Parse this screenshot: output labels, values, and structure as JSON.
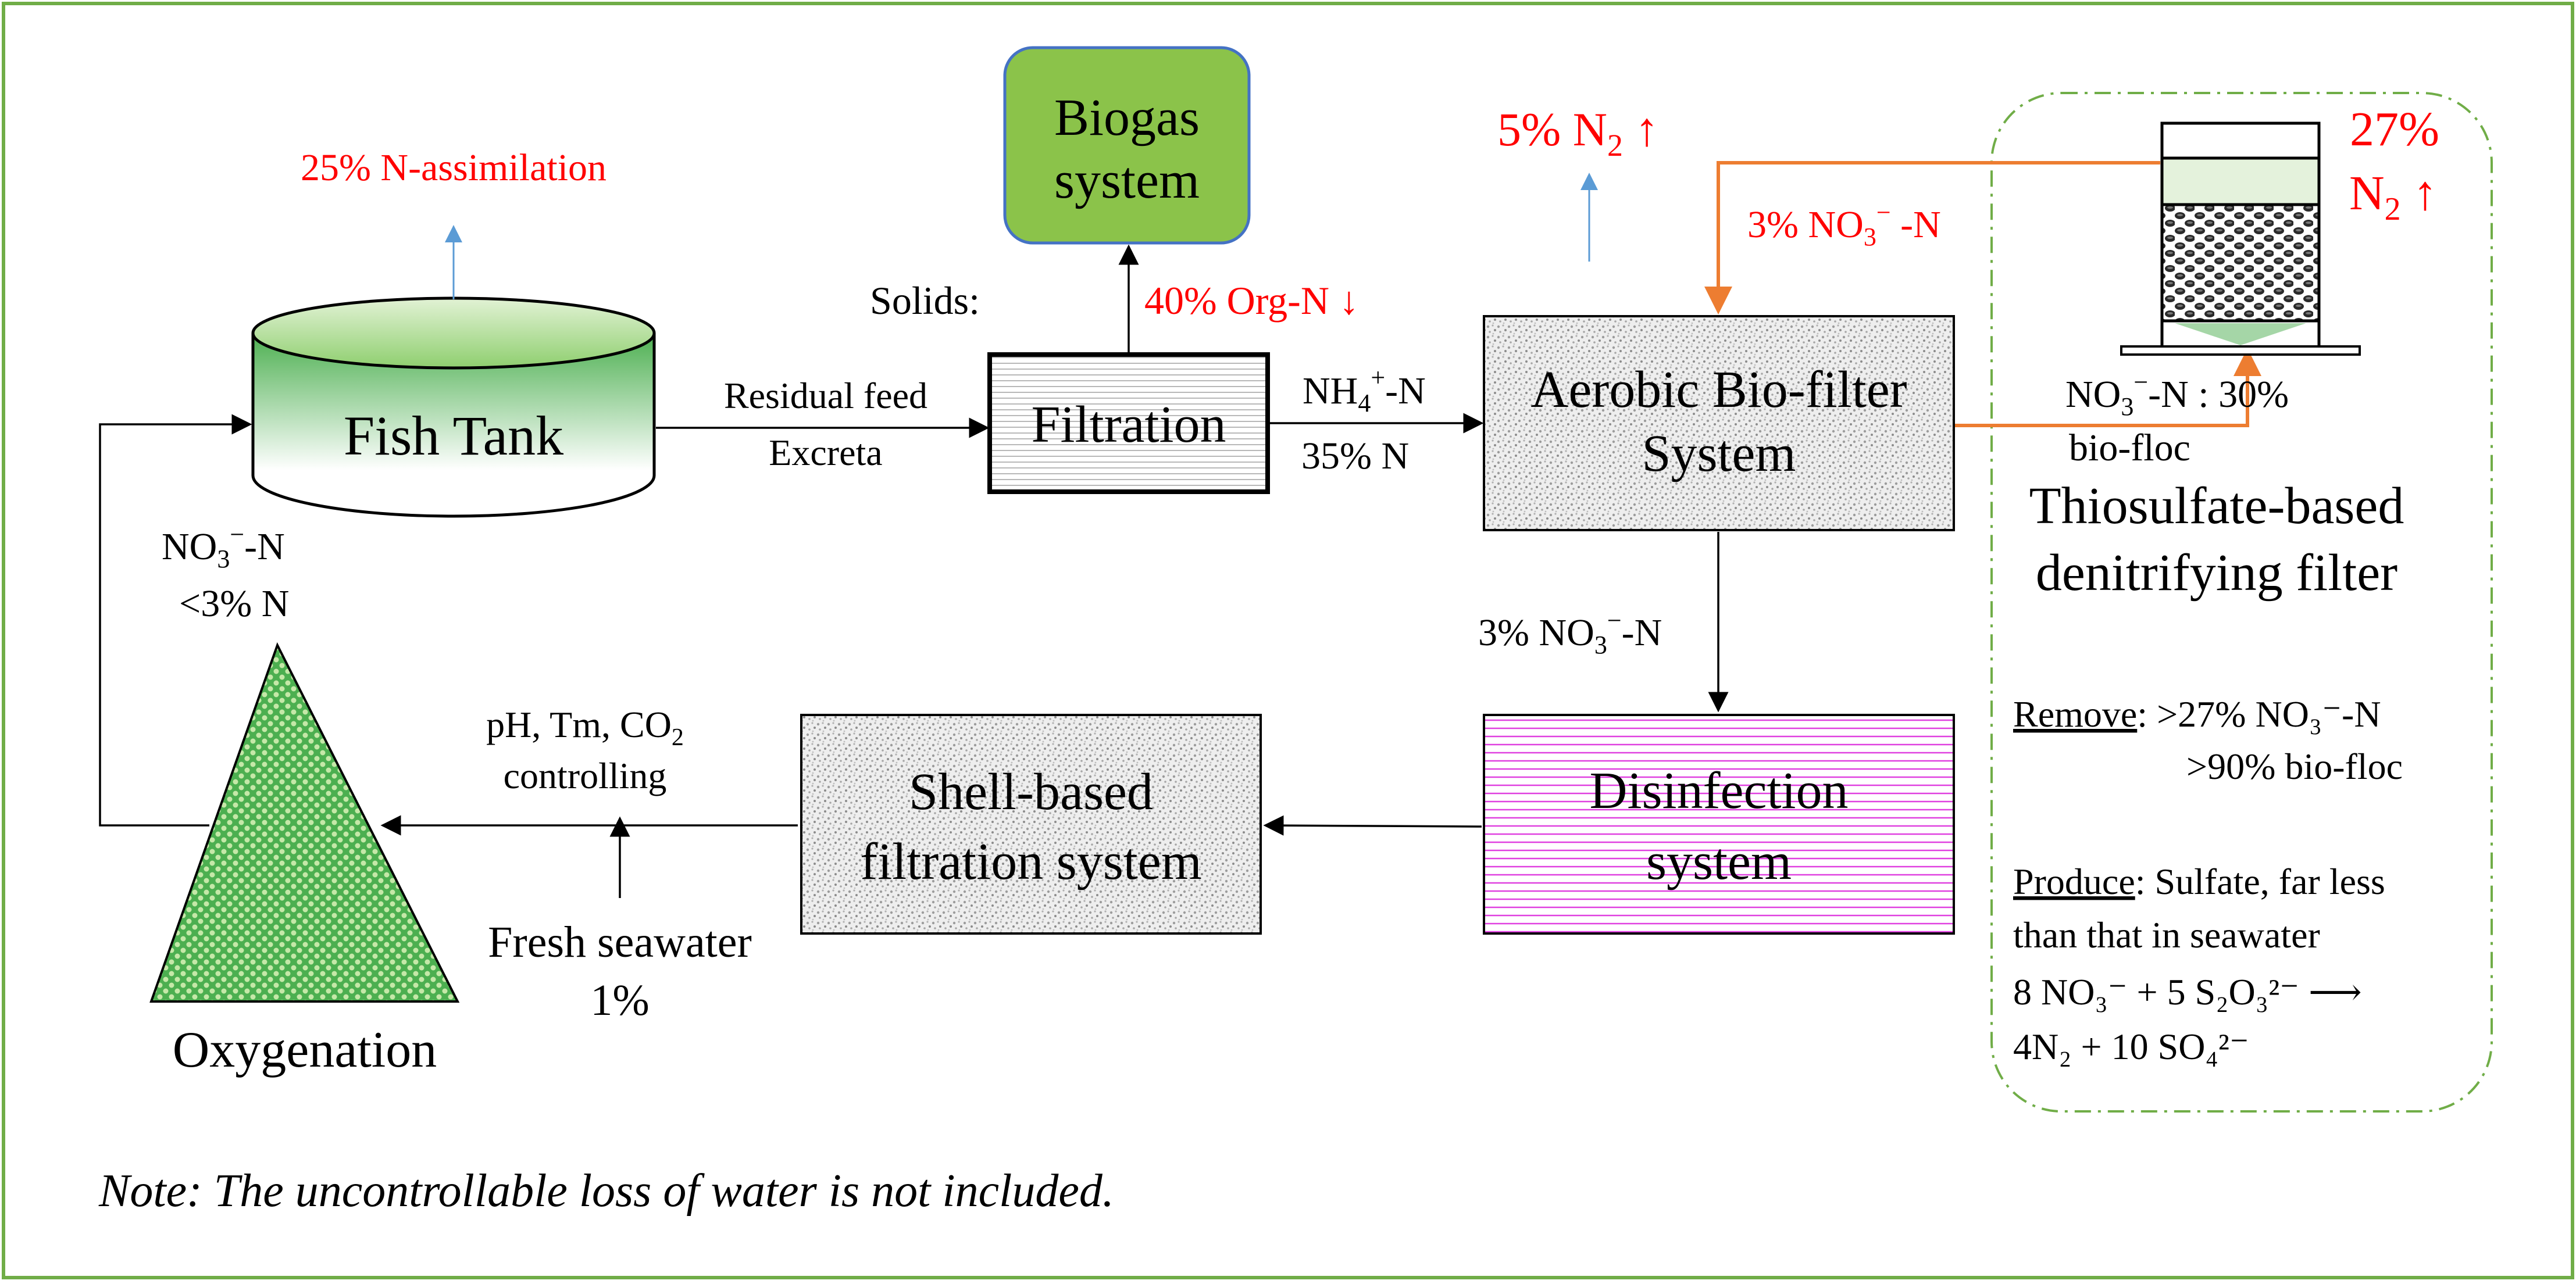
{
  "colors": {
    "frame": "#70ad47",
    "red_text": "#ff0000",
    "orange_arrow": "#ed7d31",
    "blue_arrow": "#5b9bd5",
    "biogas_fill": "#8bc34a",
    "biogas_border": "#4472c4",
    "disinfection_lines": "#e040e0",
    "dash_border": "#70ad47"
  },
  "fish_tank": {
    "label": "Fish Tank",
    "assimilation": "25% N-assimilation"
  },
  "biogas": {
    "line1": "Biogas",
    "line2": "system"
  },
  "filtration": {
    "label": "Filtration",
    "solids_prefix": "Solids:",
    "solids_value": "40% Org-N ↓",
    "inflow_line1": "Residual feed",
    "inflow_line2": "Excreta"
  },
  "nh4": {
    "base": "NH",
    "sub": "4",
    "sup": "+",
    "tail": "-N",
    "percent": "35% N"
  },
  "aerobic": {
    "line1": "Aerobic Bio-filter",
    "line2": "System"
  },
  "n2_small": {
    "pre": "5% N",
    "sub": "2",
    "arrow": " ↑"
  },
  "recycle": {
    "pre": "3% NO",
    "sub": "3",
    "sup": "−",
    "tail": " -N"
  },
  "denit": {
    "n2_line1": "27%",
    "n2_line2_pre": "N",
    "n2_line2_sub": "2",
    "n2_line2_arrow": " ↑",
    "no3_pre": "NO",
    "no3_sub": "3",
    "no3_sup": "−",
    "no3_tail": "-N :  30%",
    "biofloc": "bio-floc",
    "title1": "Thiosulfate-based",
    "title2": "denitrifying filter",
    "remove_label": "Remove",
    "remove_line1": ": >27% NO₃⁻-N",
    "remove_line2": ">90% bio-floc",
    "produce_label": "Produce",
    "produce_line1": ": Sulfate, far less",
    "produce_line2": "than that in seawater",
    "eq_line1": "8 NO₃⁻ + 5 S₂O₃²⁻ ⟶",
    "eq_line2": "4N₂ + 10 SO₄²⁻"
  },
  "to_disinfection": {
    "pre": "3% NO",
    "sub": "3",
    "sup": "−",
    "tail": "-N"
  },
  "disinfection": {
    "line1": "Disinfection",
    "line2": "system"
  },
  "shell": {
    "line1": "Shell-based",
    "line2": "filtration system"
  },
  "controls": {
    "line1_pre": "pH, Tm, CO",
    "line1_sub": "2",
    "line2": "controlling"
  },
  "fresh": {
    "line1": "Fresh seawater",
    "line2": "1%"
  },
  "oxygenation": {
    "label": "Oxygenation"
  },
  "return_flow": {
    "pre": "NO",
    "sub": "3",
    "sup": "−",
    "tail": "-N",
    "line2": "<3% N"
  },
  "note": "Note: The uncontrollable loss of water is not included."
}
